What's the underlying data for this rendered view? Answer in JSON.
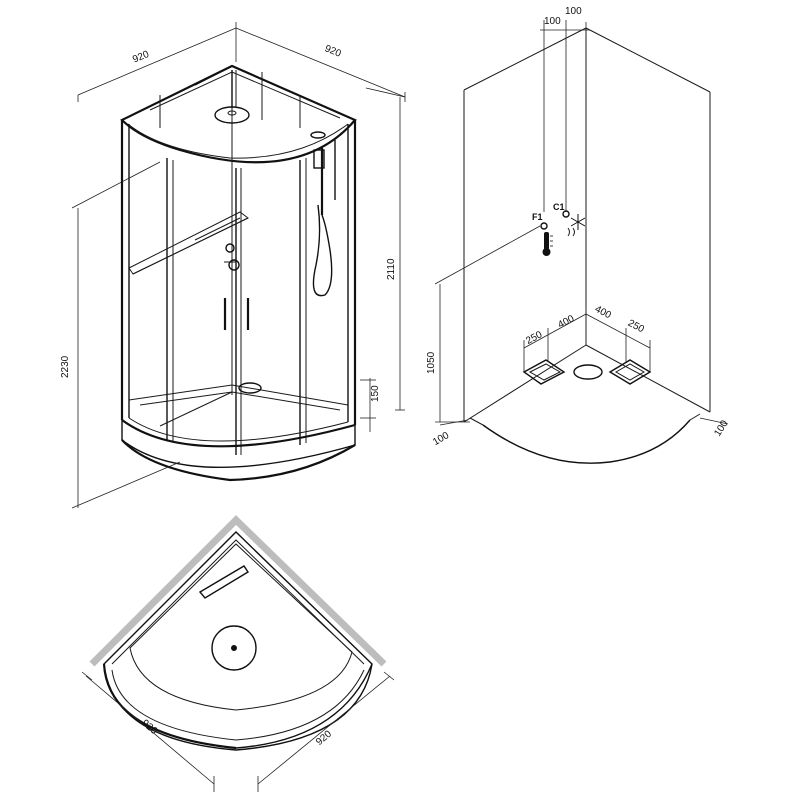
{
  "perspective_view": {
    "width_left": "920",
    "width_right": "920",
    "height_total": "2230",
    "height_enclosure": "2110",
    "tray_height": "150"
  },
  "plumbing_view": {
    "offset_1": "100",
    "offset_2": "100",
    "label_f1": "F1",
    "label_c1": "C1",
    "height": "1050",
    "wall_offset_left": "100",
    "wall_offset_right": "100",
    "floor_250_left": "250",
    "floor_400_left": "400",
    "floor_400_right": "400",
    "floor_250_right": "250"
  },
  "plan_view": {
    "width_left": "920",
    "width_right": "920"
  },
  "icons": [
    "thermometer-icon",
    "snowflake-icon"
  ]
}
